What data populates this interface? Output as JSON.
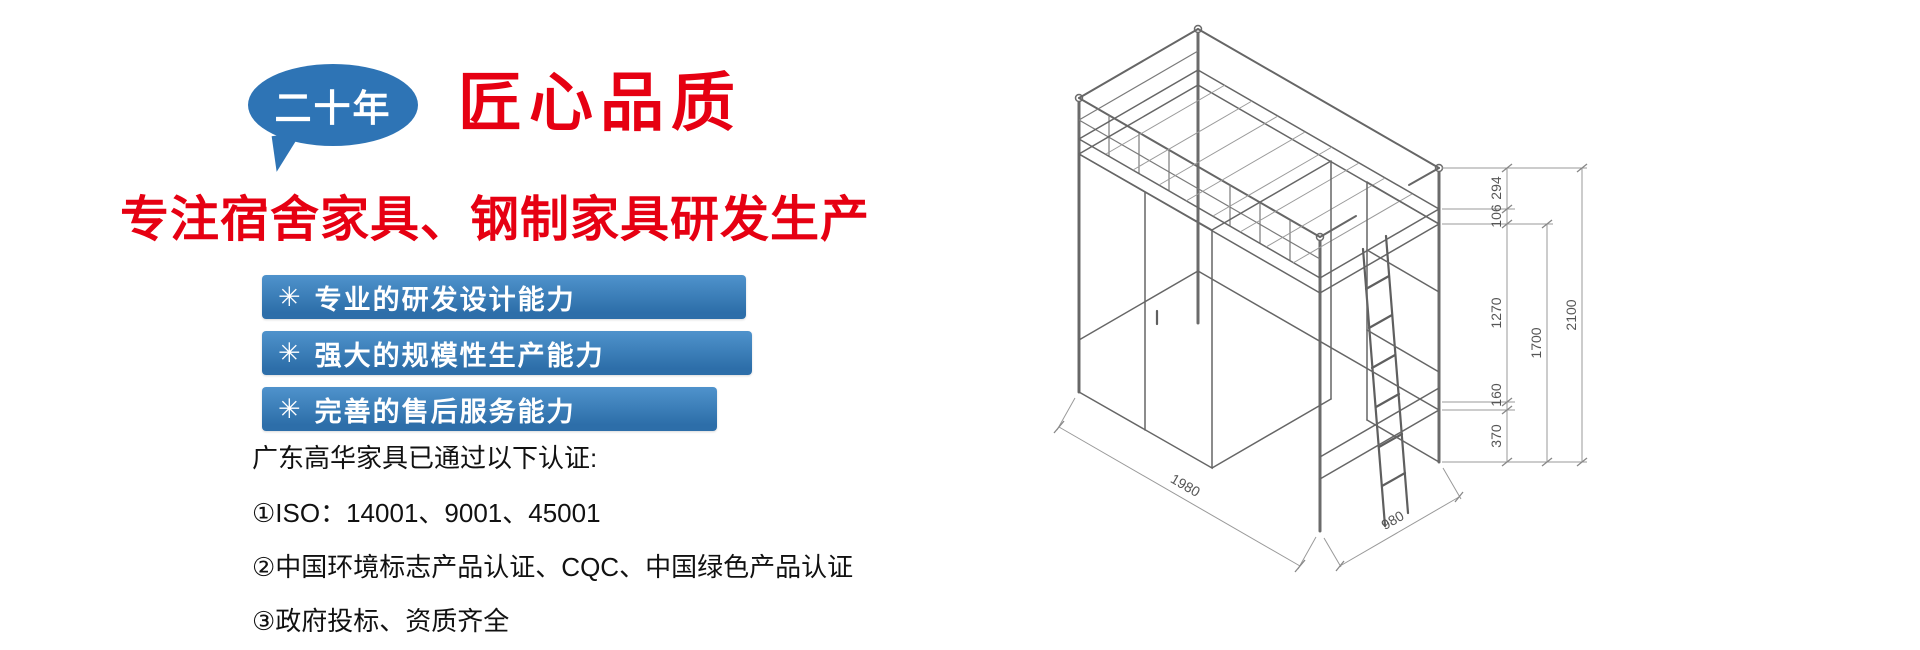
{
  "colors": {
    "brand_red": "#e60012",
    "brand_blue": "#2e74b5",
    "line_gray": "#666666"
  },
  "badge": {
    "bubble_text": "二十年",
    "title": "匠心品质"
  },
  "headline": "专注宿舍家具、钢制家具研发生产",
  "features": [
    {
      "icon": "flower-icon",
      "glyph": "✳",
      "label": "专业的研发设计能力"
    },
    {
      "icon": "flower-icon",
      "glyph": "✳",
      "label": "强大的规模性生产能力"
    },
    {
      "icon": "flower-icon",
      "glyph": "✳",
      "label": "完善的售后服务能力"
    }
  ],
  "certifications": {
    "intro": "广东高华家具已通过以下认证:",
    "items": [
      "①ISO：14001、9001、45001",
      "②中国环境标志产品认证、CQC、中国绿色产品认证",
      "③政府投标、资质齐全"
    ]
  },
  "drawing": {
    "type": "isometric-loft-bed-technical-drawing",
    "dims": {
      "rail": "294",
      "frame": "106",
      "clearance": "1270",
      "mid": "160",
      "base": "370",
      "sub_total": "1700",
      "total": "2100",
      "length": "1980",
      "width": "980"
    }
  }
}
